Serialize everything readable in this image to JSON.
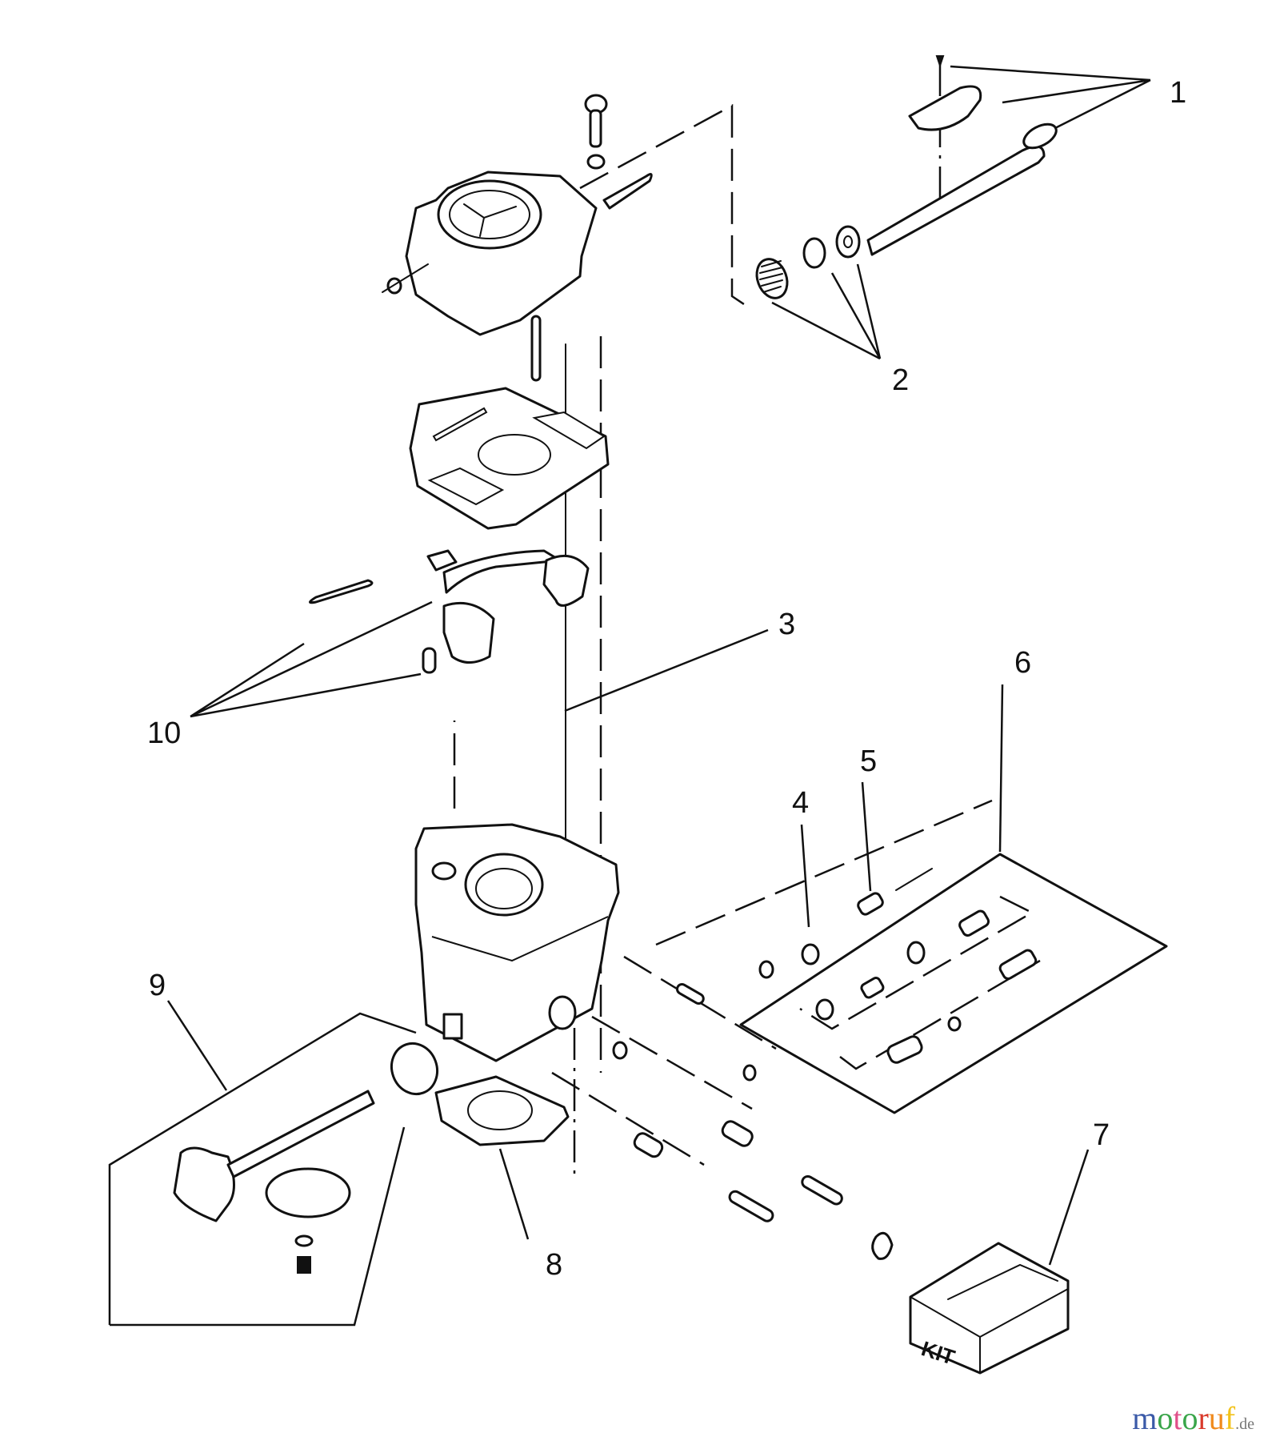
{
  "diagram": {
    "subject": "Carburetor exploded parts diagram",
    "callouts": [
      {
        "id": "1",
        "label": "1"
      },
      {
        "id": "2",
        "label": "2"
      },
      {
        "id": "3",
        "label": "3"
      },
      {
        "id": "4",
        "label": "4"
      },
      {
        "id": "5",
        "label": "5"
      },
      {
        "id": "6",
        "label": "6"
      },
      {
        "id": "7",
        "label": "7"
      },
      {
        "id": "8",
        "label": "8"
      },
      {
        "id": "9",
        "label": "9"
      },
      {
        "id": "10",
        "label": "10"
      }
    ],
    "kit_box_text": "KIT"
  },
  "watermark": {
    "letters": [
      {
        "char": "m",
        "color": "#3b5aa8"
      },
      {
        "char": "o",
        "color": "#3aa54a"
      },
      {
        "char": "t",
        "color": "#e0508a"
      },
      {
        "char": "o",
        "color": "#3aa54a"
      },
      {
        "char": "r",
        "color": "#d93a2b"
      },
      {
        "char": "u",
        "color": "#f08a1c"
      },
      {
        "char": "f",
        "color": "#f2c21b"
      }
    ],
    "suffix": ".de"
  }
}
